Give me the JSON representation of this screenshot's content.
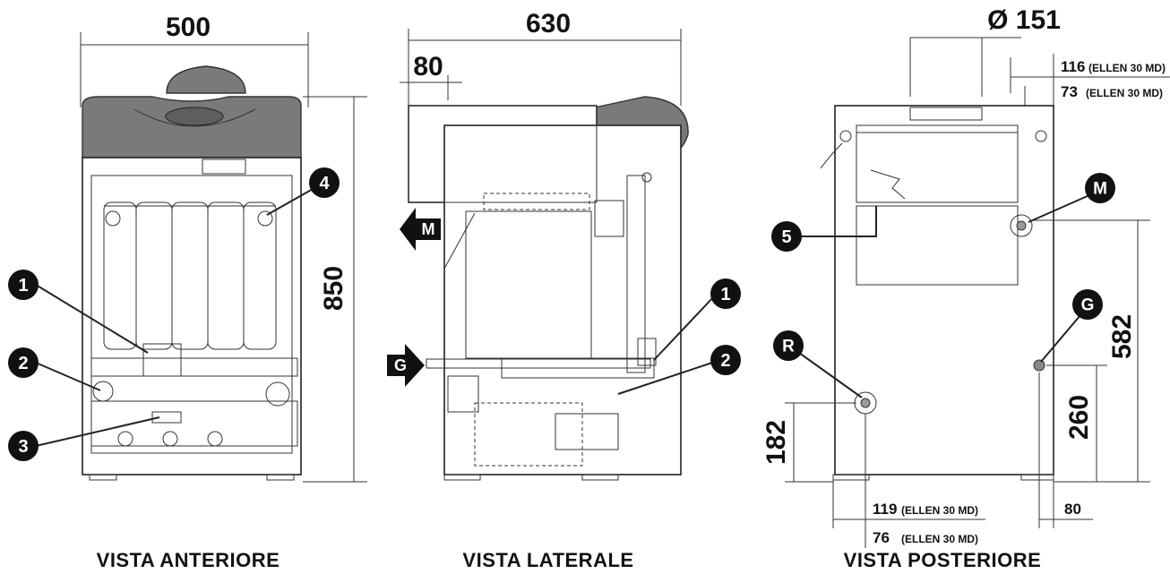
{
  "views": {
    "front": {
      "caption": "VISTA ANTERIORE",
      "width_dim": "500",
      "height_dim": "850",
      "markers": [
        "1",
        "2",
        "3",
        "4"
      ]
    },
    "side": {
      "caption": "VISTA LATERALE",
      "depth_dim": "630",
      "offset_dim": "80",
      "arrows": [
        "M",
        "G"
      ],
      "markers": [
        "1",
        "2"
      ]
    },
    "rear": {
      "caption": "VISTA POSTERIORE",
      "flue_dim": "Ø 151",
      "top_dim_a": "116",
      "top_dim_a_note": "(ELLEN 30 MD)",
      "top_dim_b": "73",
      "top_dim_b_note": "(ELLEN 30 MD)",
      "bottom_dim_a": "119",
      "bottom_dim_a_note": "(ELLEN 30 MD)",
      "bottom_dim_b": "76",
      "bottom_dim_b_note": "(ELLEN 30 MD)",
      "dim_582": "582",
      "dim_260": "260",
      "dim_182": "182",
      "dim_80": "80",
      "markers": [
        "M",
        "5",
        "G",
        "R"
      ]
    }
  }
}
